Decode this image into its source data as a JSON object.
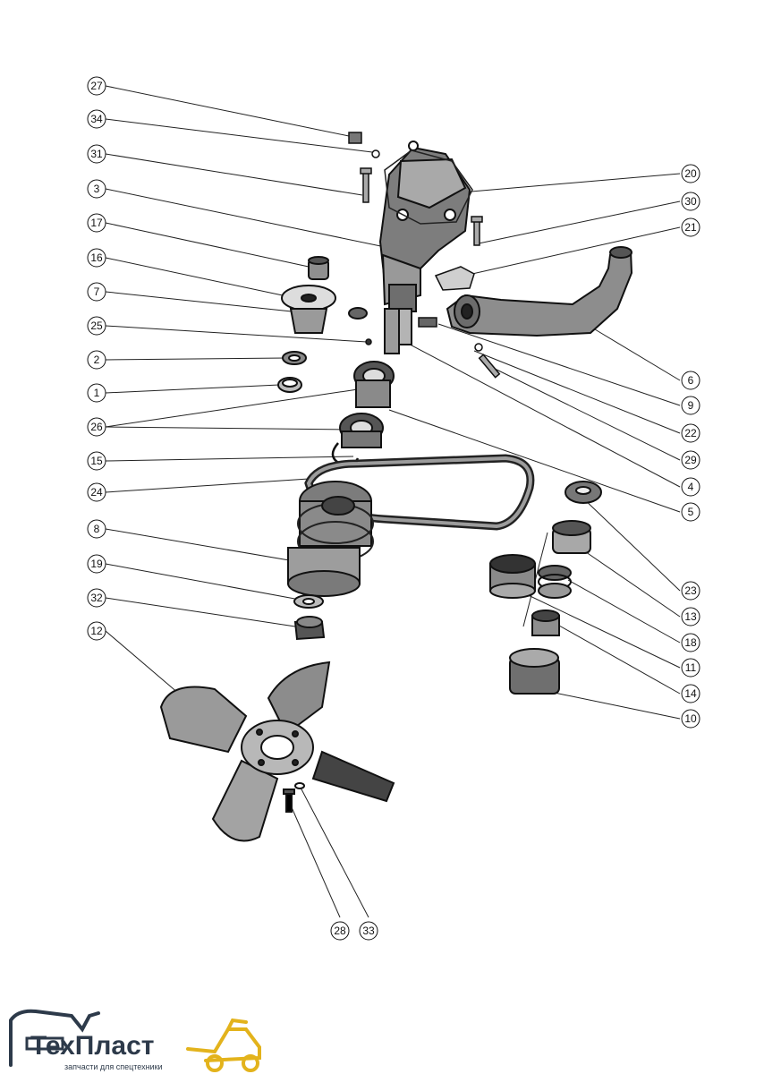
{
  "callouts": {
    "left": [
      "27",
      "34",
      "31",
      "3",
      "17",
      "16",
      "7",
      "25",
      "2",
      "1",
      "26",
      "15",
      "24",
      "8",
      "19",
      "32",
      "12"
    ],
    "right": [
      "20",
      "30",
      "21",
      "6",
      "9",
      "22",
      "29",
      "4",
      "5",
      "23",
      "13",
      "18",
      "11",
      "14",
      "10"
    ],
    "bottom": [
      "28",
      "33"
    ]
  },
  "logo": {
    "name": "ТехПласт",
    "tagline": "запчасти для спецтехники"
  }
}
